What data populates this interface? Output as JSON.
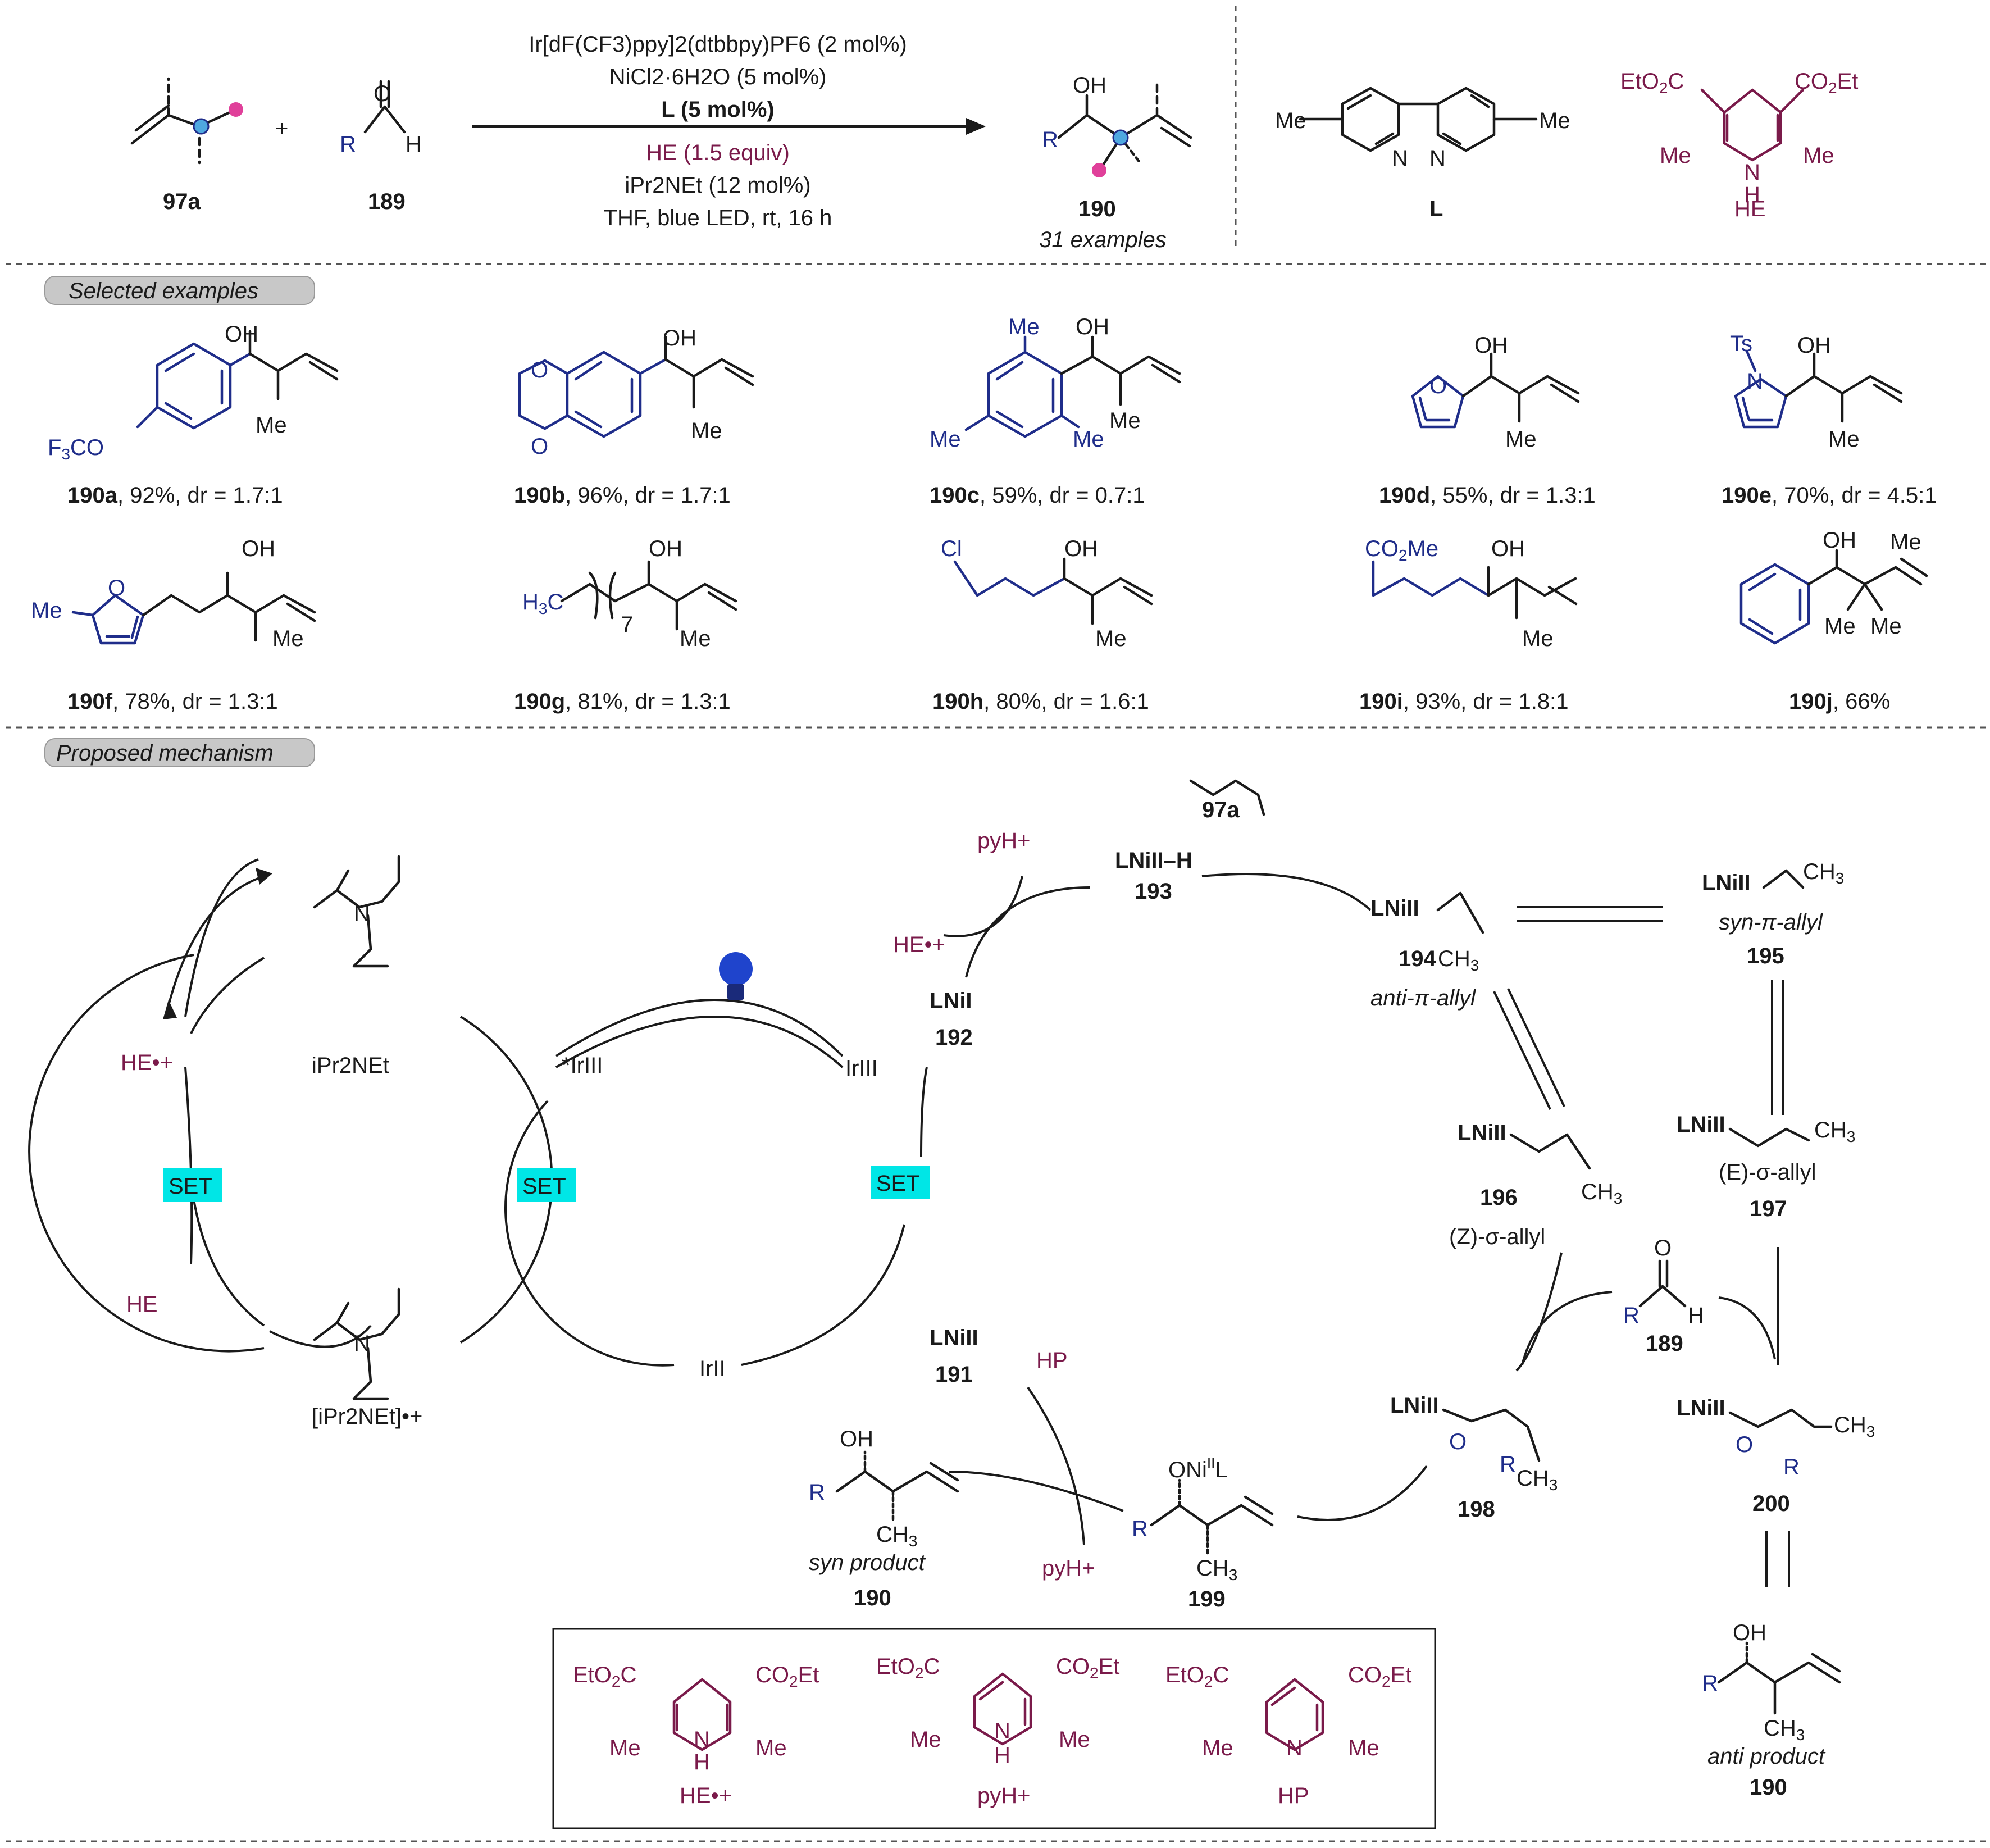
{
  "scheme": {
    "reactant1": "97a",
    "reactant2": "189",
    "product": "190",
    "product_note": "31 examples",
    "conditions": [
      "Ir[dF(CF3)ppy]2(dtbbpy)PF6 (2 mol%)",
      "NiCl2·6H2O (5 mol%)",
      "L (5 mol%)",
      "HE (1.5 equiv)",
      "iPr2NEt (12 mol%)",
      "THF, blue LED, rt, 16 h"
    ],
    "ligand_label": "L",
    "he_label": "HE"
  },
  "sections": {
    "selected": "Selected examples",
    "mechanism": "Proposed mechanism"
  },
  "examples": [
    {
      "id": "190a",
      "text": ", 92%, dr = 1.7:1"
    },
    {
      "id": "190b",
      "text": ", 96%, dr = 1.7:1"
    },
    {
      "id": "190c",
      "text": ", 59%, dr = 0.7:1"
    },
    {
      "id": "190d",
      "text": ", 55%, dr = 1.3:1"
    },
    {
      "id": "190e",
      "text": ", 70%, dr = 4.5:1"
    },
    {
      "id": "190f",
      "text": ", 78%, dr = 1.3:1"
    },
    {
      "id": "190g",
      "text": ", 81%, dr = 1.3:1"
    },
    {
      "id": "190h",
      "text": ", 80%, dr = 1.6:1"
    },
    {
      "id": "190i",
      "text": ", 93%, dr = 1.8:1"
    },
    {
      "id": "190j",
      "text": ", 66%"
    }
  ],
  "mechanism": {
    "set": "SET",
    "ir3": "IrIII",
    "ir3_excited": "*IrIII",
    "ir2": "IrII",
    "amine": "iPr2NEt",
    "amine_radical": "[iPr2NEt]•+",
    "he": "HE",
    "he_radical": "HE•+",
    "pyh": "pyH+",
    "hp": "HP",
    "ni1": "LNiI",
    "ni1_num": "192",
    "ni2": "LNiII",
    "ni2_num": "191",
    "nih": "LNiII–H",
    "nih_num": "193",
    "diene": "97a",
    "anti_pi": "anti-π-allyl",
    "anti_pi_num": "194",
    "syn_pi": "syn-π-allyl",
    "syn_pi_num": "195",
    "z_sigma": "(Z)-σ-allyl",
    "z_sigma_num": "196",
    "e_sigma": "(E)-σ-allyl",
    "e_sigma_num": "197",
    "aldehyde_num": "189",
    "ts_z_num": "198",
    "ts_e_num": "200",
    "alkoxide_num": "199",
    "syn_product": "syn product",
    "anti_product": "anti product",
    "product_num": "190"
  },
  "box": {
    "he_radical": "HE•+",
    "pyh": "pyH+",
    "hp": "HP"
  }
}
